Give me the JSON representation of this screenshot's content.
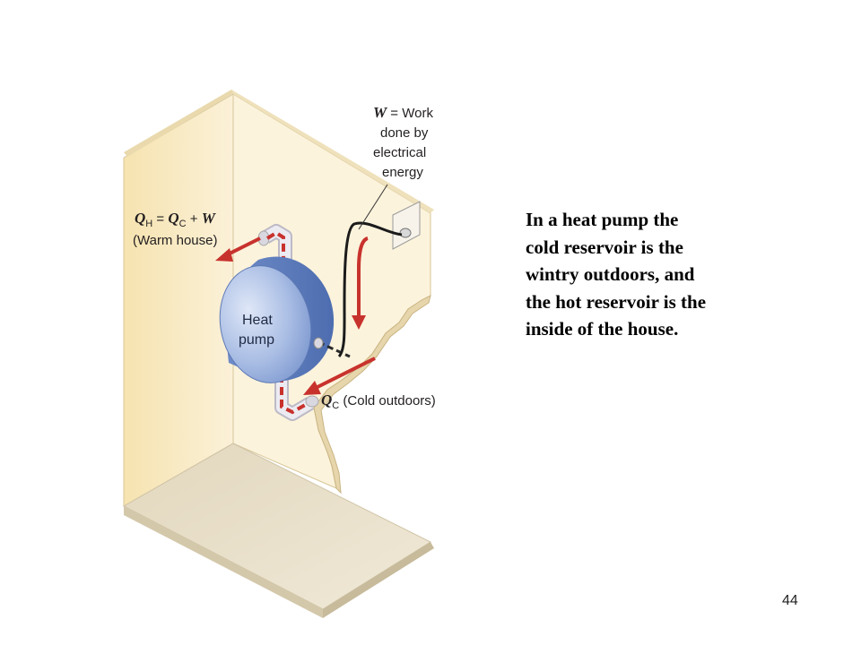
{
  "diagram": {
    "work_label": {
      "symbol": "W",
      "line1_rest": " = Work",
      "line2": "done by",
      "line3": "electrical",
      "line4": "energy"
    },
    "qh_label": {
      "q": "Q",
      "h": "H",
      "eq": " = ",
      "q2": "Q",
      "c": "C",
      "plus": " + ",
      "w": "W",
      "line2": "(Warm house)"
    },
    "qc_label": {
      "q": "Q",
      "c": "C",
      "rest": " (Cold outdoors)"
    },
    "pump_label": {
      "line1": "Heat",
      "line2": "pump"
    },
    "colors": {
      "wall": "#fbeecf",
      "wall_shade": "#f4dfa8",
      "floor": "#e6dcc6",
      "arrow": "#c8322d",
      "pump": "#8fa8d8",
      "pipe": "#e8e6ee"
    }
  },
  "caption": {
    "lines": [
      "In a heat pump the",
      "cold reservoir is the",
      "wintry outdoors, and",
      "the hot reservoir is the",
      "inside of the house."
    ]
  },
  "slide_number": "44"
}
